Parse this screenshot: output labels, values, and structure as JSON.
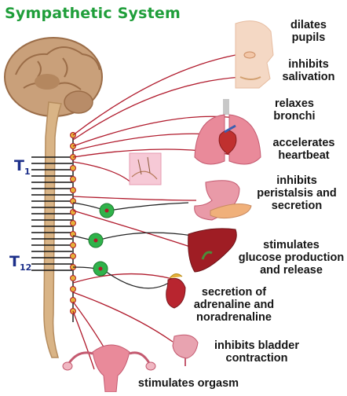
{
  "title": "Sympathetic System",
  "spinal_labels": {
    "t1": "T",
    "t1_sub": "1",
    "t12": "T",
    "t12_sub": "12"
  },
  "effects": {
    "pupils": "dilates\npupils",
    "salivation": "inhibits\nsalivation",
    "bronchi": "relaxes\nbronchi",
    "heart": "accelerates\nheartbeat",
    "digestion": "inhibits\nperistalsis and\nsecretion",
    "liver": "stimulates\nglucose production\nand release",
    "adrenal": "secretion of\nadrenaline and\nnoradrenaline",
    "bladder": "inhibits bladder\ncontraction",
    "reproductive": "stimulates orgasm"
  },
  "colors": {
    "title": "#1f9e3a",
    "nerve": "#b01a2c",
    "ganglion": "#2fb24a",
    "spinal_cord": "#d9b486",
    "segment_label": "#1c2f8a"
  }
}
